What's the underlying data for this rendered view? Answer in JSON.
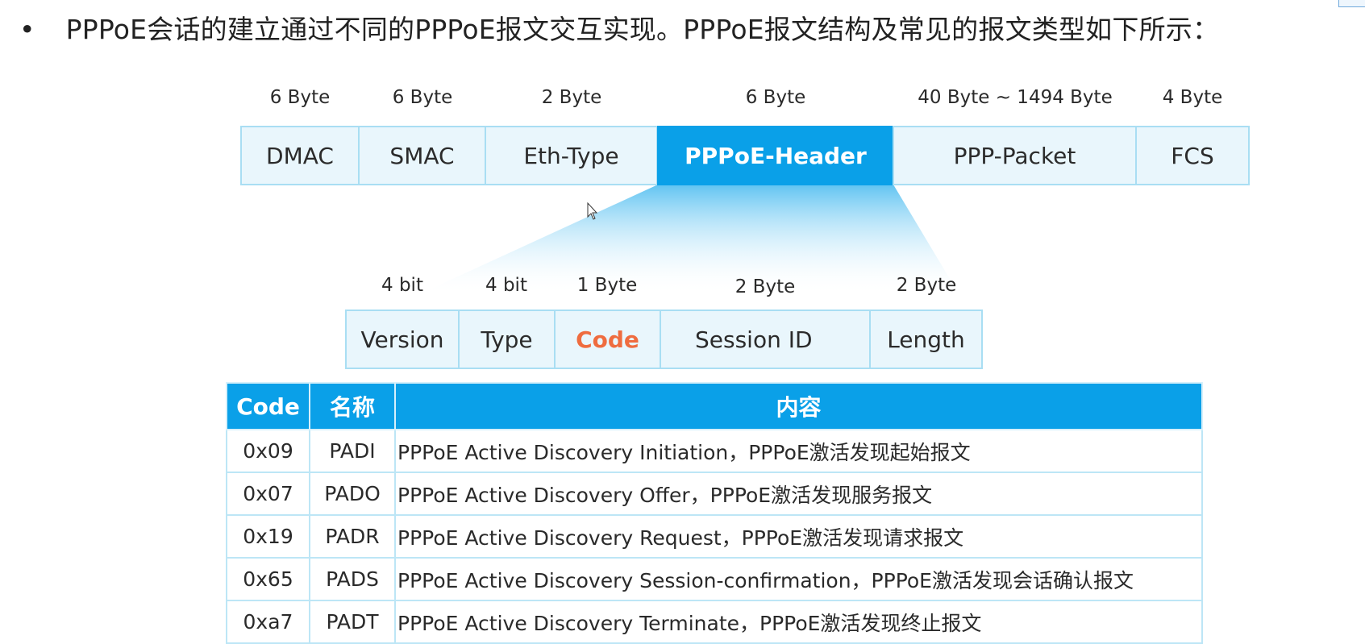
{
  "heading": {
    "bullet": "•",
    "text": "PPPoE会话的建立通过不同的PPPoE报文交互实现。PPPoE报文结构及常见的报文类型如下所示："
  },
  "frame": {
    "sizes": [
      "6 Byte",
      "6 Byte",
      "2 Byte",
      "6 Byte",
      "40 Byte ~ 1494 Byte",
      "4 Byte"
    ],
    "fields": [
      "DMAC",
      "SMAC",
      "Eth-Type",
      "PPPoE-Header",
      "PPP-Packet",
      "FCS"
    ]
  },
  "header": {
    "sizes": [
      "4 bit",
      "4 bit",
      "1 Byte",
      "2 Byte",
      "2 Byte"
    ],
    "fields": [
      "Version",
      "Type",
      "Code",
      "Session ID",
      "Length"
    ]
  },
  "table": {
    "headers": [
      "Code",
      "名称",
      "内容"
    ],
    "rows": [
      [
        "0x09",
        "PADI",
        "PPPoE Active Discovery Initiation，PPPoE激活发现起始报文"
      ],
      [
        "0x07",
        "PADO",
        "PPPoE Active Discovery Offer，PPPoE激活发现服务报文"
      ],
      [
        "0x19",
        "PADR",
        "PPPoE Active Discovery Request，PPPoE激活发现请求报文"
      ],
      [
        "0x65",
        "PADS",
        "PPPoE Active Discovery Session-confirmation，PPPoE激活发现会话确认报文"
      ],
      [
        "0xa7",
        "PADT",
        "PPPoE Active Discovery Terminate，PPPoE激活发现终止报文"
      ]
    ]
  },
  "colors": {
    "accent": "#0aa0e8",
    "box_fill": "#e9f6fc",
    "box_border": "#a9def3",
    "code_highlight": "#ef6c3f"
  }
}
